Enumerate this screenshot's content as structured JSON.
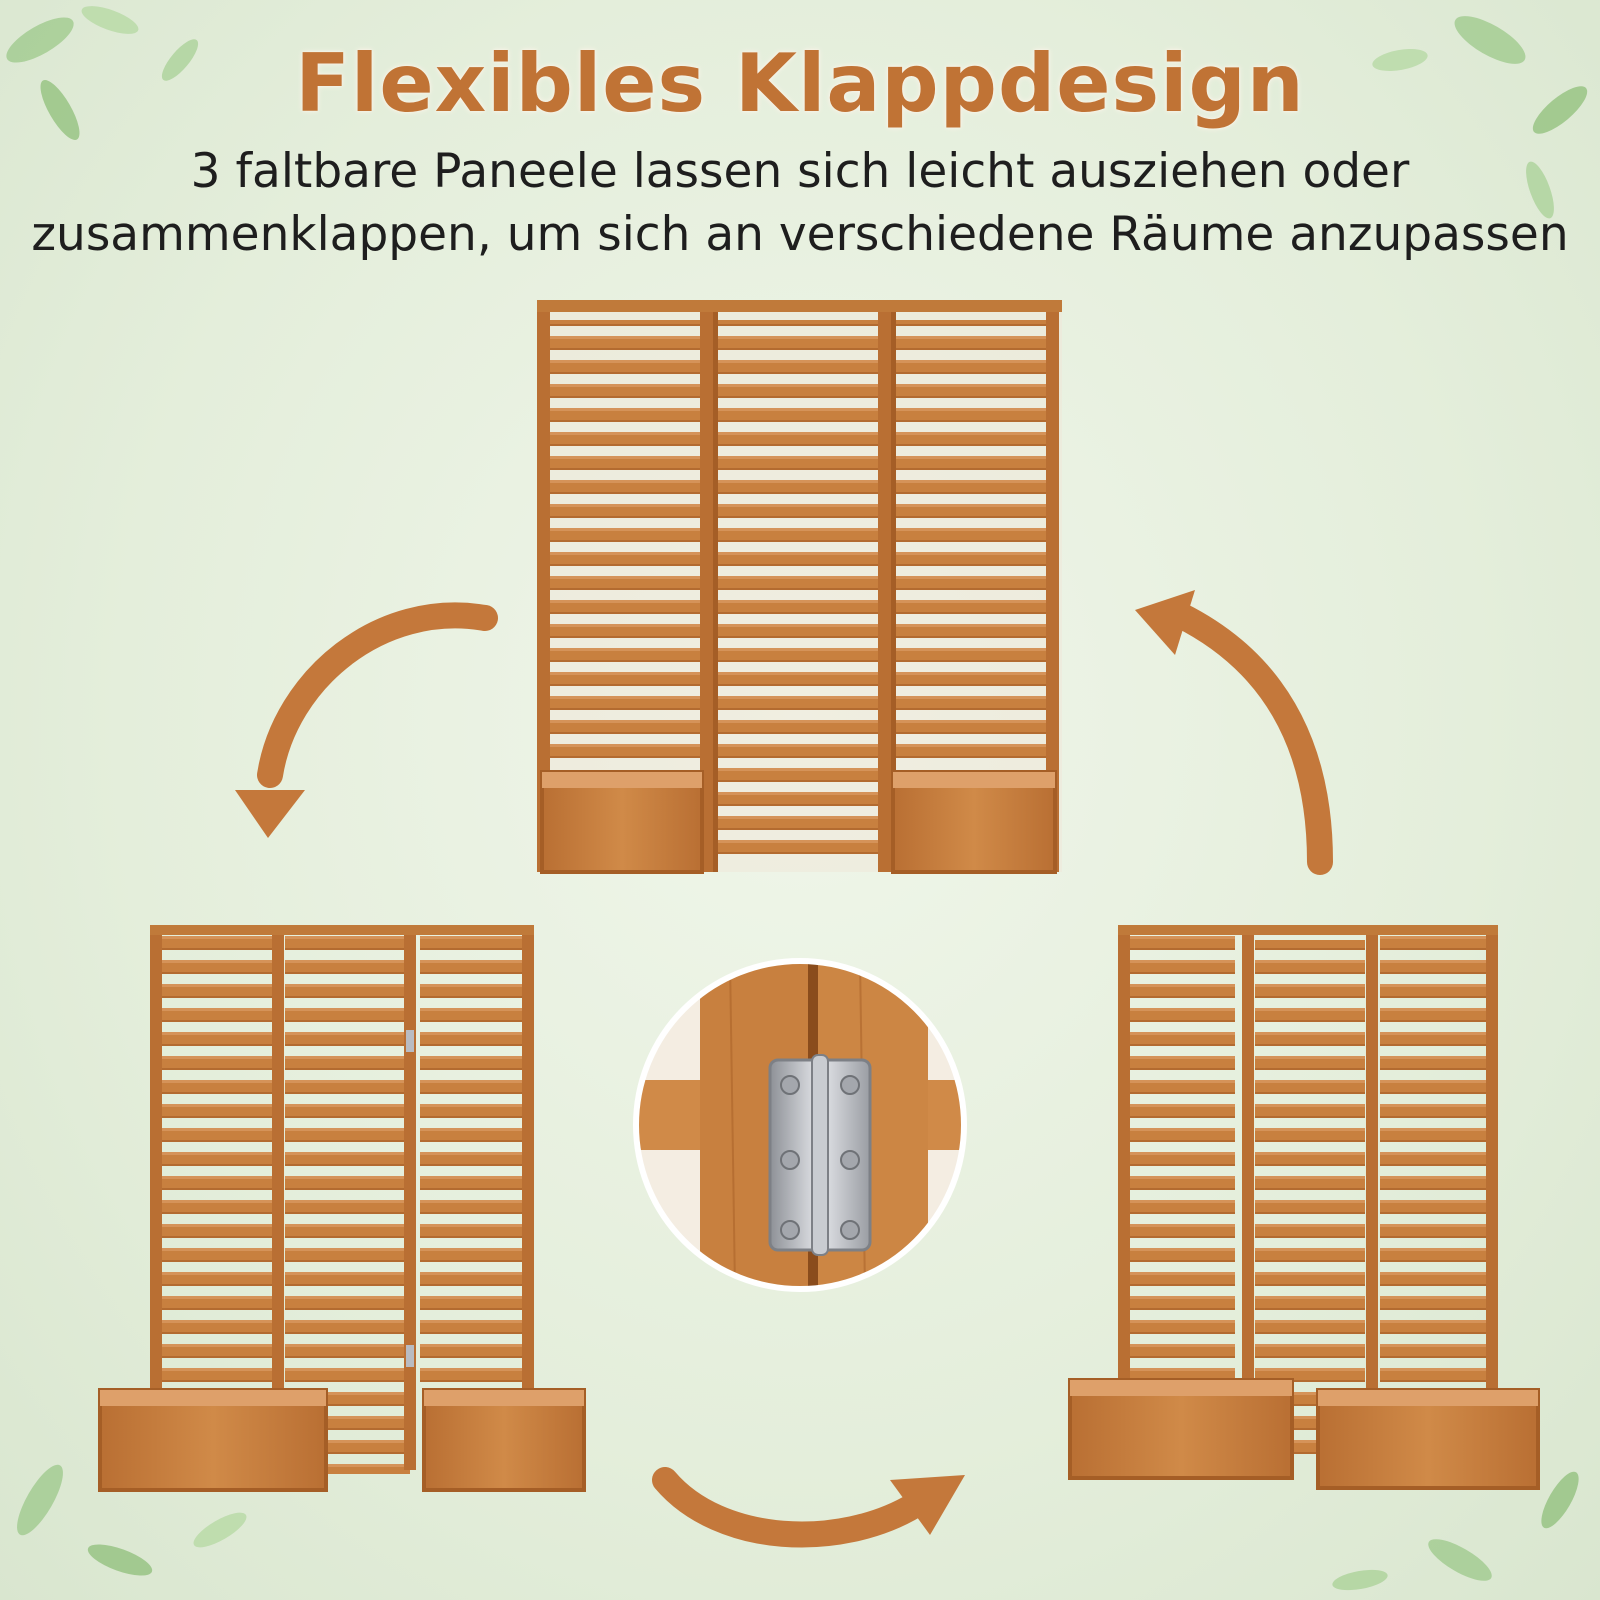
{
  "title": "Flexibles Klappdesign",
  "subtitle_line1": "3 faltbare Paneele lassen sich leicht ausziehen oder",
  "subtitle_line2": "zusammenklappen, um sich an verschiedene Räume anzupassen",
  "colors": {
    "title": "#c07335",
    "title_shadow": "#fbf3e8",
    "arrow": "#c4783b",
    "wood": "#c8803f",
    "wood_dark": "#a55e26",
    "wood_light": "#dea06a",
    "leaf": "#8fbf7a",
    "hinge": "#b9bcc2"
  },
  "icons": {
    "arrows": "curved-arrow-icon",
    "hinge": "hinge-icon"
  }
}
